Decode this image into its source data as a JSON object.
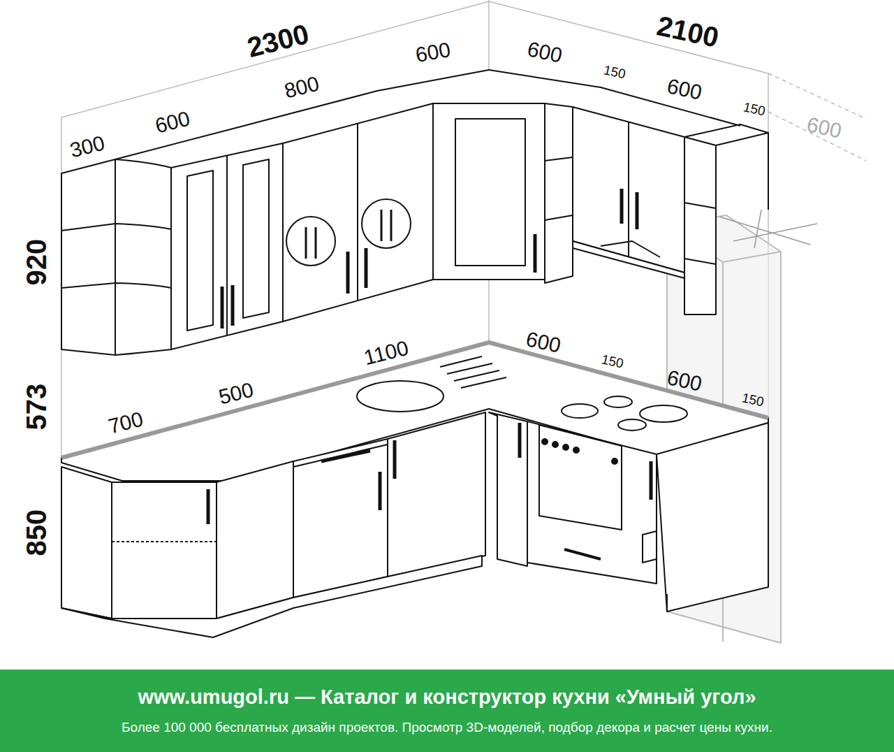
{
  "diagram": {
    "nodes": [
      {
        "text": [
          "www.umugol.ru — Каталог и конструктор кухни «Умный угол»",
          "Более 100 000 бесплатных дизайн проектов. Просмотр 3D-моделей, подбор декора и расчет цены кухни."
        ]
      }
    ],
    "labels": [
      "2300",
      "2100",
      "600",
      "600",
      "150",
      "600",
      "150",
      "600",
      "300",
      "600",
      "800",
      "920",
      "1100",
      "600",
      "150",
      "600",
      "150",
      "573",
      "500",
      "700",
      "850"
    ]
  }
}
